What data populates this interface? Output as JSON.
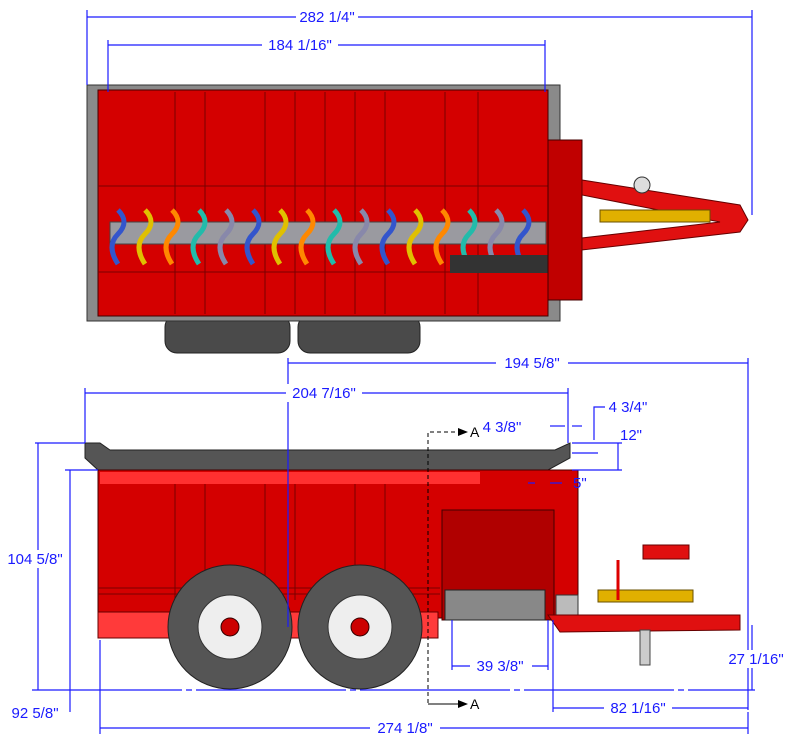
{
  "drawing": {
    "views": [
      "top-view",
      "side-view"
    ],
    "colors": {
      "body": "#d40000",
      "body_light": "#ff3030",
      "lid": "#4a4a4a",
      "frame": "#9a9a9a",
      "tire": "#555555",
      "driveline": "#e0b000",
      "dimension": "#1a1aff"
    },
    "top_view": {
      "overall_length": "282 1/4\"",
      "box_length": "184 1/16\""
    },
    "side_view": {
      "axle_to_hitch": "194 5/8\"",
      "box_top_length": "204 7/16\"",
      "lid_overhang": "4 3/8\"",
      "lid_offset": "4 3/4\"",
      "lid_height": "12\"",
      "lid_inset": "5\"",
      "overall_height": "104 5/8\"",
      "box_height": "92 5/8\"",
      "discharge_width": "39 3/8\"",
      "hitch_height": "27 1/16\"",
      "front_to_hitch": "82 1/16\"",
      "overall_length": "274 1/8\""
    },
    "section_marker": {
      "top": "A",
      "bottom": "A"
    }
  }
}
